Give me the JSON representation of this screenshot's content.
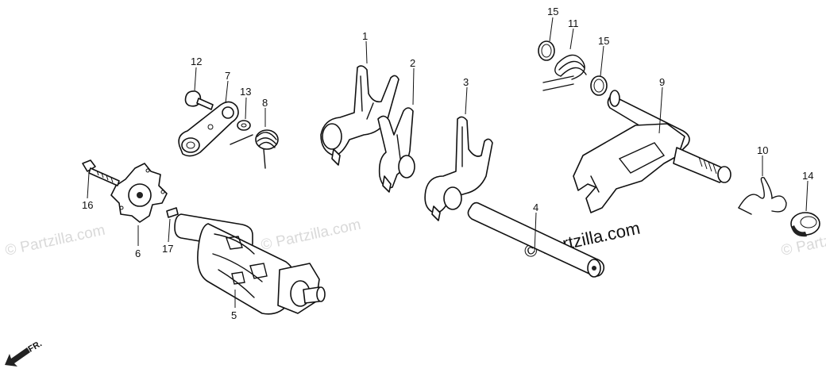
{
  "diagram": {
    "callouts": [
      {
        "id": "1",
        "label": "1"
      },
      {
        "id": "2",
        "label": "2"
      },
      {
        "id": "3",
        "label": "3"
      },
      {
        "id": "4",
        "label": "4"
      },
      {
        "id": "5",
        "label": "5"
      },
      {
        "id": "6",
        "label": "6"
      },
      {
        "id": "7",
        "label": "7"
      },
      {
        "id": "8",
        "label": "8"
      },
      {
        "id": "9",
        "label": "9"
      },
      {
        "id": "10",
        "label": "10"
      },
      {
        "id": "11",
        "label": "11"
      },
      {
        "id": "12",
        "label": "12"
      },
      {
        "id": "13",
        "label": "13"
      },
      {
        "id": "14",
        "label": "14"
      },
      {
        "id": "15a",
        "label": "15"
      },
      {
        "id": "15b",
        "label": "15"
      },
      {
        "id": "16",
        "label": "16"
      },
      {
        "id": "17",
        "label": "17"
      }
    ],
    "direction_label": "FR.",
    "watermark_main": "© Partzilla.com",
    "watermark_faint": "© Partzilla.com"
  }
}
